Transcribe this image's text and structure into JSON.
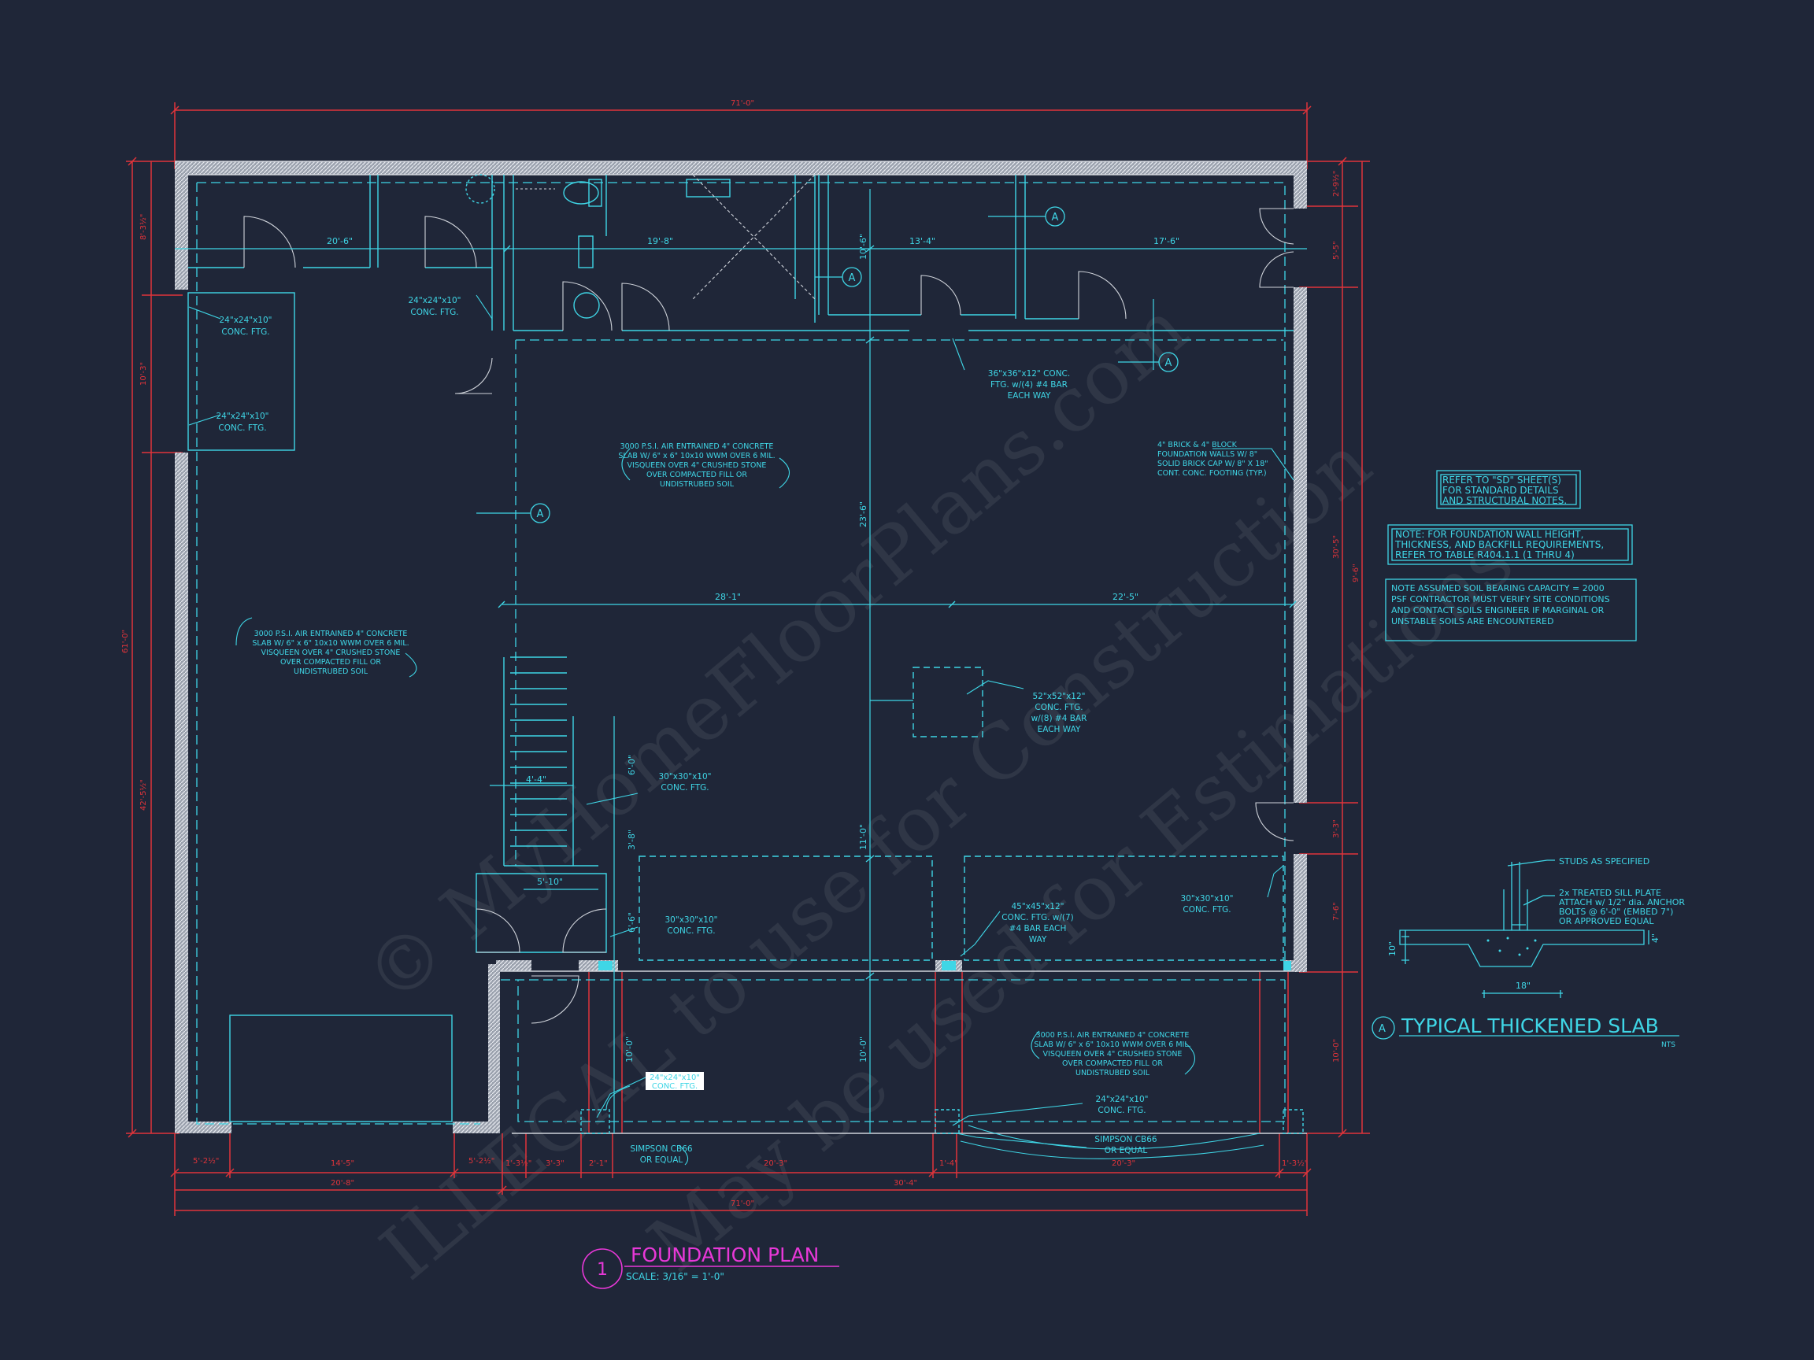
{
  "watermark": {
    "line1": "© MyHomeFloorPlans.com",
    "line2": "ILLEGAL to use for Construction",
    "line3": "May be used for Estimations"
  },
  "dims": {
    "overall_top": "71'-0\"",
    "overall_bottom": "71'-0\"",
    "left_total": "61'-0\"",
    "left_a": "8'-3½\"",
    "left_b": "10'-3\"",
    "left_c": "42'-5½\"",
    "right_a": "2'-9½\"",
    "right_b": "5'-5\"",
    "right_c": "30'-5\"",
    "right_d": "9'-6\"",
    "right_e": "3'-3\"",
    "right_f": "7'-6\"",
    "right_g": "10'-0\"",
    "bottom_row1": [
      "5'-2½\"",
      "14'-5\"",
      "5'-2½\"",
      "1'-3½\"",
      "3'-3\"",
      "2'-1\"",
      "20'-3\"",
      "1'-4\"",
      "20'-3\"",
      "1'-3½\""
    ],
    "bottom_row2": [
      "20'-8\"",
      "30'-4\""
    ],
    "int_20_6": "20'-6\"",
    "int_19_8": "19'-8\"",
    "int_13_4": "13'-4\"",
    "int_17_6": "17'-6\"",
    "int_10_6": "10'-6\"",
    "int_23_6": "23'-6\"",
    "int_28_1": "28'-1\"",
    "int_22_5": "22'-5\"",
    "int_6_0": "6'-0\"",
    "int_4_4": "4'-4\"",
    "int_3_8": "3'-8\"",
    "int_5_10": "5'-10\"",
    "int_6_6": "6'-6\"",
    "int_11_0": "11'-0\"",
    "int_10_0a": "10'-0\"",
    "int_10_0b": "10'-0\""
  },
  "labels": {
    "ftg_24_a1": "24\"x24\"x10\"",
    "ftg_24_a2": "CONC. FTG.",
    "ftg_24_b1": "24\"x24\"x10\"",
    "ftg_24_b2": "CONC. FTG.",
    "ftg_24_c1": "24\"x24\"x10\"",
    "ftg_24_c2": "CONC. FTG.",
    "ftg_36_1": "36\"x36\"x12\" CONC.",
    "ftg_36_2": "FTG. w/(4) #4 BAR",
    "ftg_36_3": "EACH WAY",
    "ftg_52_1": "52\"x52\"x12\"",
    "ftg_52_2": "CONC. FTG.",
    "ftg_52_3": "w/(8) #4 BAR",
    "ftg_52_4": "EACH WAY",
    "ftg_30_a1": "30\"x30\"x10\"",
    "ftg_30_a2": "CONC. FTG.",
    "ftg_30_b1": "30\"x30\"x10\"",
    "ftg_30_b2": "CONC. FTG.",
    "ftg_30_c1": "30\"x30\"x10\"",
    "ftg_30_c2": "CONC. FTG.",
    "ftg_45_1": "45\"x45\"x12\"",
    "ftg_45_2": "CONC. FTG. w/(7)",
    "ftg_45_3": "#4 BAR EACH",
    "ftg_45_4": "WAY",
    "ftg_24_d1": "24\"x24\"x10\"",
    "ftg_24_d2": "CONC. FTG.",
    "ftg_24_e1": "24\"x24\"x10\"",
    "ftg_24_e2": "CONC. FTG.",
    "slab": [
      "3000 P.S.I. AIR ENTRAINED 4\" CONCRETE",
      "SLAB W/ 6\" x 6\" 10x10 WWM OVER 6 MIL.",
      "VISQUEEN OVER 4\" CRUSHED STONE",
      "OVER COMPACTED FILL OR",
      "UNDISTRUBED SOIL"
    ],
    "wall": [
      "4\" BRICK & 4\" BLOCK",
      "FOUNDATION WALLS W/ 8\"",
      "SOLID BRICK CAP W/ 8\" X 18\"",
      "CONT. CONC. FOOTING (TYP.)"
    ],
    "simpson_a1": "SIMPSON CB66",
    "simpson_a2": "OR EQUAL",
    "simpson_b1": "SIMPSON CB66",
    "simpson_b2": "OR EQUAL",
    "tag": "A"
  },
  "notes": {
    "n1": [
      "REFER TO \"SD\" SHEET(S)",
      "FOR STANDARD DETAILS",
      "AND STRUCTURAL NOTES."
    ],
    "n2": [
      "NOTE: FOR FOUNDATION WALL HEIGHT,",
      "THICKNESS, AND BACKFILL REQUIREMENTS,",
      "REFER TO TABLE R404.1.1 (1 THRU 4)"
    ],
    "n3": [
      "NOTE ASSUMED SOIL BEARING CAPACITY = 2000",
      "PSF CONTRACTOR MUST VERIFY SITE CONDITIONS",
      "AND CONTACT SOILS ENGINEER IF MARGINAL OR",
      "UNSTABLE SOILS ARE ENCOUNTERED"
    ]
  },
  "detail": {
    "tag": "A",
    "title": "TYPICAL THICKENED SLAB",
    "scale": "NTS",
    "studs": "STUDS AS SPECIFIED",
    "sill": [
      "2x TREATED SILL PLATE",
      "ATTACH w/ 1/2\" dia. ANCHOR",
      "BOLTS @ 6'-0\" (EMBED 7\")",
      "OR APPROVED EQUAL"
    ],
    "dim_10": "10\"",
    "dim_4": "4\"",
    "dim_18": "18\""
  },
  "title_block": {
    "number": "1",
    "title": "FOUNDATION PLAN",
    "scale": "SCALE: 3/16\" = 1'-0\""
  },
  "colors": {
    "background": "#1f2638",
    "line": "#3fd6e6",
    "dimension": "#e0343a",
    "wall": "#cfd3da",
    "title": "#e838d8"
  }
}
